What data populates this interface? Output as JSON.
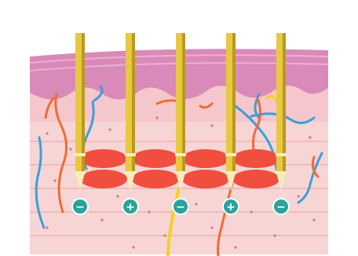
{
  "diagram": {
    "electrodes": [
      {
        "polarity": "−",
        "type": "negative"
      },
      {
        "polarity": "+",
        "type": "positive"
      },
      {
        "polarity": "−",
        "type": "negative"
      },
      {
        "polarity": "+",
        "type": "positive"
      },
      {
        "polarity": "−",
        "type": "negative"
      }
    ],
    "colors": {
      "background": "#ffffff",
      "epidermis": "#d98ab8",
      "dermis_top": "#f5c7cc",
      "dermis_body": "#f7d5d5",
      "dermis_lines": "#efbcbc",
      "artery": "#f26a35",
      "vein": "#3b9fd9",
      "nerve": "#f4d21d",
      "needle": "#e7c840",
      "needle_shadow": "#b99a1f",
      "tip": "#f6edb9",
      "energy_zone": "#f04e3e",
      "badge": "#2aa39a"
    }
  }
}
